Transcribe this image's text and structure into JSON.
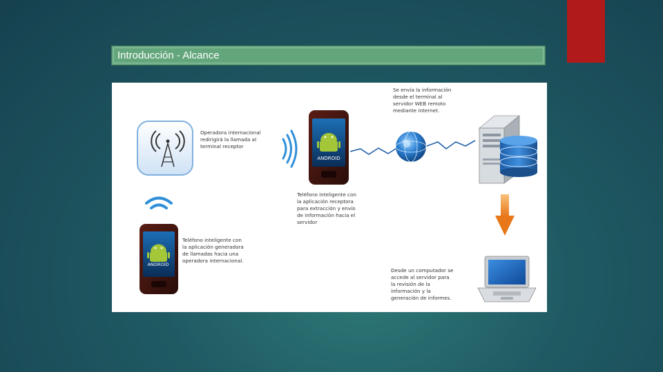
{
  "slide": {
    "title": "Introducción - Alcance"
  },
  "diagram": {
    "captions": {
      "operator": "Operadora internacional\nredirigirá la llamada al\nterminal receptor",
      "receiver_phone": "Teléfono inteligente con\nla aplicación receptora\npara extracción y envío\nde información hacia el\nservidor",
      "sender_phone": "Teléfono inteligente con\nla aplicación generadora\nde llamadas hacia una\noperadora internacional.",
      "server": "Se envía la información\ndesde el terminal al\nservidor WEB remoto\nmediante internet.",
      "computer": "Desde un computador se\naccede al servidor para\nla revisión de la\ninformación y la\ngeneración de informes."
    },
    "phone_brand": "ANDROID"
  },
  "colors": {
    "accent_red": "#b01a1a",
    "title_green": "#63a67c",
    "signal_blue": "#2f8fd8",
    "arrow_orange": "#f39a2a"
  }
}
